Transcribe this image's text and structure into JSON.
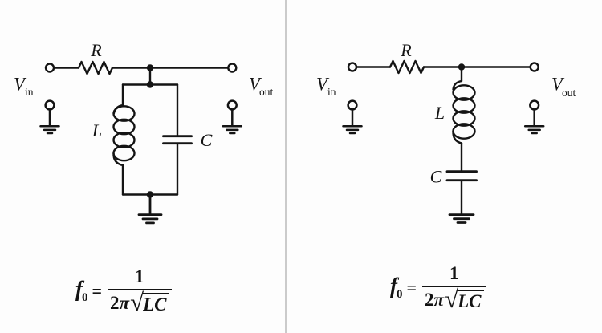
{
  "figure": {
    "background": "#fdfdfd",
    "ink": "#141414",
    "divider_color": "#cbcbcb"
  },
  "left_panel": {
    "labels": {
      "resistor": "R",
      "inductor": "L",
      "capacitor": "C",
      "vin_base": "V",
      "vin_sub": "in",
      "vout_base": "V",
      "vout_sub": "out"
    },
    "formula": {
      "lhs": "f",
      "lhs_sub": "0",
      "equals": "=",
      "numerator": "1",
      "den_two": "2",
      "den_pi": "π",
      "radical": "√",
      "radicand": "LC"
    }
  },
  "right_panel": {
    "labels": {
      "resistor": "R",
      "inductor": "L",
      "capacitor": "C",
      "vin_base": "V",
      "vin_sub": "in",
      "vout_base": "V",
      "vout_sub": "out"
    },
    "formula": {
      "lhs": "f",
      "lhs_sub": "0",
      "equals": "=",
      "numerator": "1",
      "den_two": "2",
      "den_pi": "π",
      "radical": "√",
      "radicand": "LC"
    }
  }
}
